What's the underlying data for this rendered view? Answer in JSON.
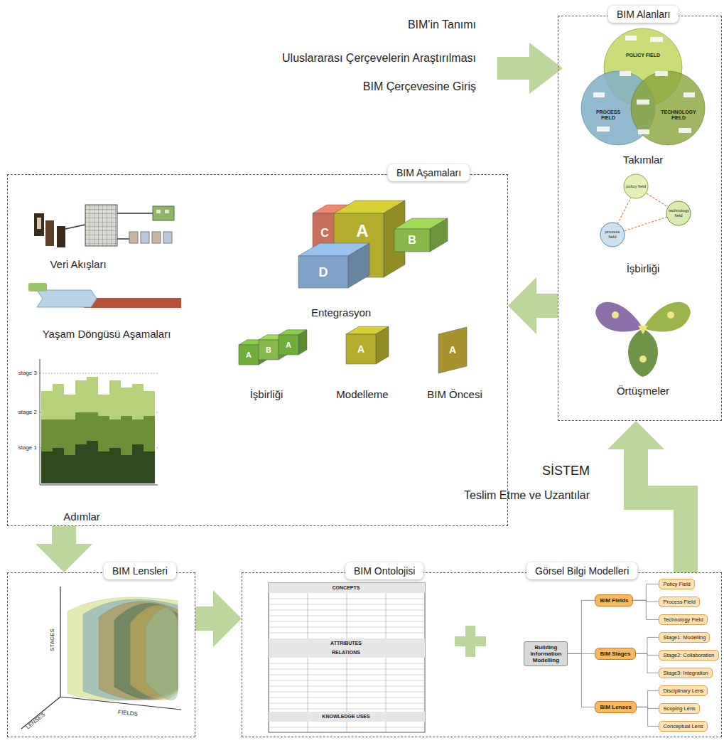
{
  "diagram": {
    "nodes": [
      {
        "text": [
          "BIM Alanları"
        ]
      },
      {
        "text": [
          "BIM Aşamaları"
        ]
      },
      {
        "text": [
          "BIM Lensleri"
        ]
      },
      {
        "text": [
          "BIM Ontolojisi",
          "Görsel Bilgi Modelleri"
        ]
      },
      {
        "text": [
          "Building Information Modelling"
        ],
        "in": 3
      },
      {
        "text": [
          "BIM Fields"
        ],
        "in": 3
      },
      {
        "text": [
          "BIM Stages"
        ],
        "in": 3
      },
      {
        "text": [
          "BIM Lenses"
        ],
        "in": 3
      },
      {
        "text": [
          "Policy Field"
        ],
        "in": 3
      },
      {
        "text": [
          "Process Field"
        ],
        "in": 3
      },
      {
        "text": [
          "Technology Field"
        ],
        "in": 3
      },
      {
        "text": [
          "Stage1: Modelling"
        ],
        "in": 3
      },
      {
        "text": [
          "Stage2: Collaboration"
        ],
        "in": 3
      },
      {
        "text": [
          "Stage3: Integration"
        ],
        "in": 3
      },
      {
        "text": [
          "Disciplinary Lens"
        ],
        "in": 3
      },
      {
        "text": [
          "Scoping Lens"
        ],
        "in": 3
      },
      {
        "text": [
          "Conceptual Lens"
        ],
        "in": 3
      }
    ],
    "edges": [
      {
        "from": 0,
        "to": 1,
        "arrow": "to"
      },
      {
        "from": 1,
        "to": 2,
        "arrow": "to"
      },
      {
        "from": 2,
        "to": 3,
        "arrow": "to"
      },
      {
        "from": 3,
        "to": 0,
        "arrow": "to"
      },
      {
        "from": 4,
        "to": 5,
        "arrow": "none"
      },
      {
        "from": 4,
        "to": 6,
        "arrow": "none"
      },
      {
        "from": 4,
        "to": 7,
        "arrow": "none"
      },
      {
        "from": 5,
        "to": 8,
        "arrow": "none"
      },
      {
        "from": 5,
        "to": 9,
        "arrow": "none"
      },
      {
        "from": 5,
        "to": 10,
        "arrow": "none"
      },
      {
        "from": 6,
        "to": 11,
        "arrow": "none"
      },
      {
        "from": 6,
        "to": 12,
        "arrow": "none"
      },
      {
        "from": 6,
        "to": 13,
        "arrow": "none"
      },
      {
        "from": 7,
        "to": 14,
        "arrow": "none"
      },
      {
        "from": 7,
        "to": 15,
        "arrow": "none"
      },
      {
        "from": 7,
        "to": 16,
        "arrow": "none"
      }
    ],
    "labels": [
      "BIM'in Tanımı",
      "Uluslararası Çerçevelerin Araştırılması",
      "BIM Çerçevesine Giriş",
      "POLICY FIELD",
      "PROCESS FIELD",
      "TECHNOLOGY FIELD",
      "Takımlar",
      "policy field",
      "technology field",
      "process field",
      "İşbirliği",
      "Örtüşmeler",
      "Veri Akışları",
      "Yaşam Döngüsü Aşamaları",
      "stage 3",
      "stage 2",
      "stage 1",
      "Adımlar",
      "C",
      "A",
      "B",
      "D",
      "Entegrasyon",
      "A",
      "B",
      "A",
      "İşbirliği",
      "A",
      "Modelleme",
      "A",
      "BIM Öncesi",
      "SİSTEM",
      "Teslim Etme ve Uzantılar",
      "STAGES",
      "LENSES",
      "FIELDS",
      "CONCEPTS",
      "ATTRIBUTES",
      "RELATIONS",
      "KNOWLEDGE USES"
    ]
  }
}
